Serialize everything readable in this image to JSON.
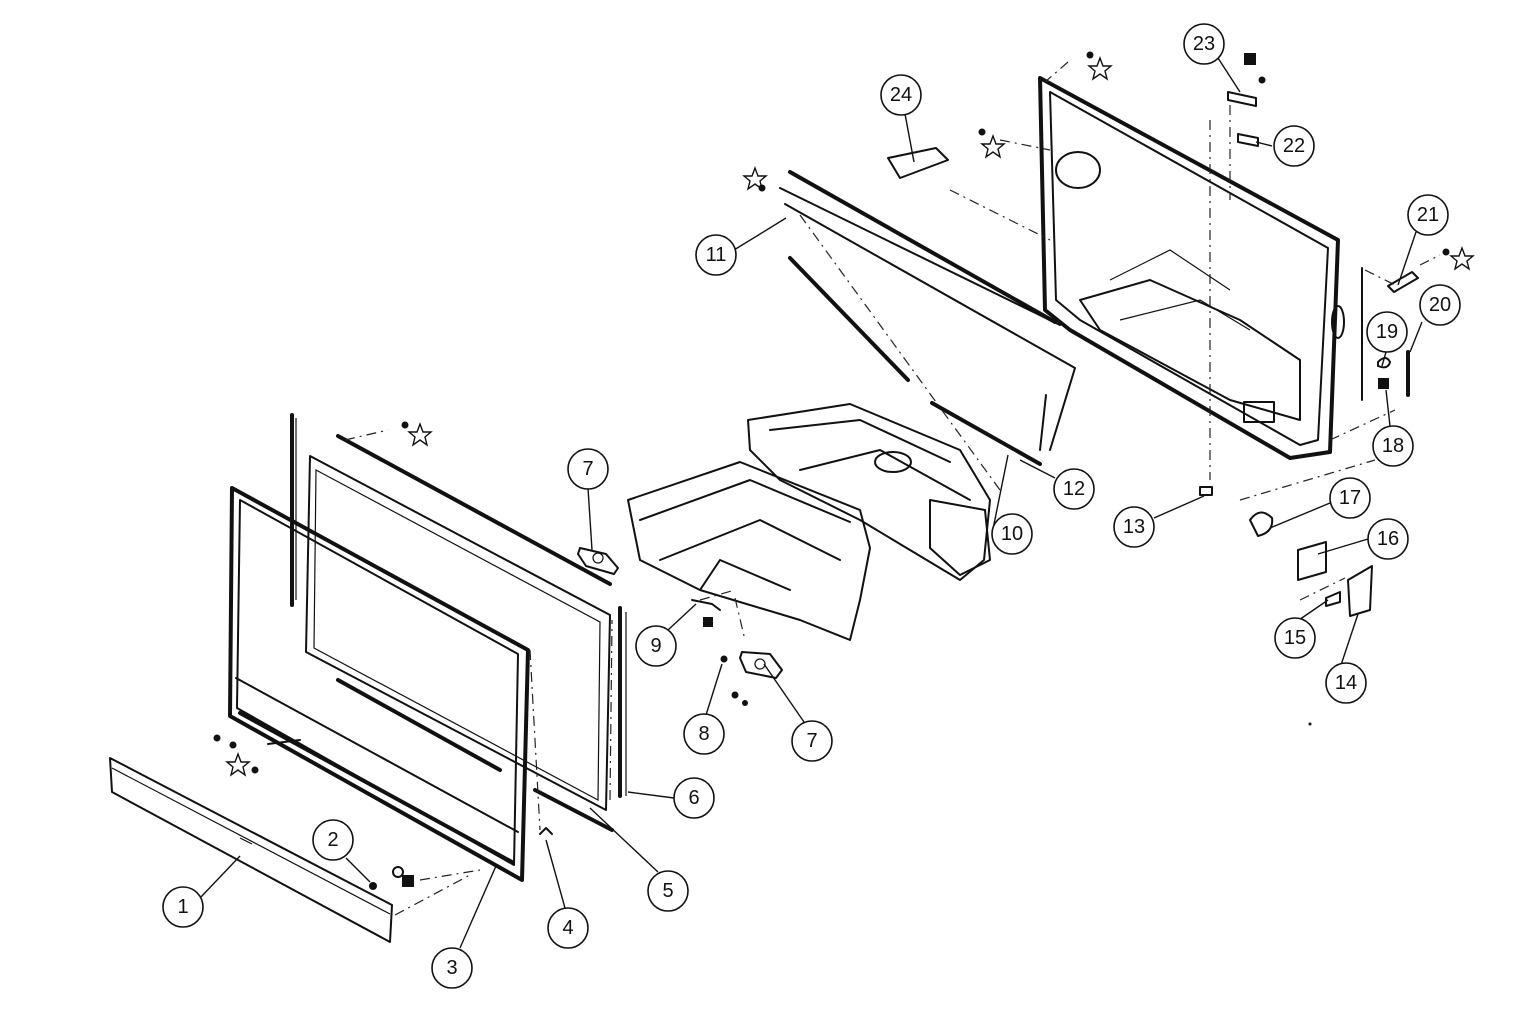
{
  "callouts": [
    {
      "label": "1"
    },
    {
      "label": "2"
    },
    {
      "label": "3"
    },
    {
      "label": "4"
    },
    {
      "label": "5"
    },
    {
      "label": "6"
    },
    {
      "label": "7"
    },
    {
      "label": "7"
    },
    {
      "label": "8"
    },
    {
      "label": "9"
    },
    {
      "label": "10"
    },
    {
      "label": "11"
    },
    {
      "label": "12"
    },
    {
      "label": "13"
    },
    {
      "label": "14"
    },
    {
      "label": "15"
    },
    {
      "label": "16"
    },
    {
      "label": "17"
    },
    {
      "label": "18"
    },
    {
      "label": "19"
    },
    {
      "label": "20"
    },
    {
      "label": "21"
    },
    {
      "label": "22"
    },
    {
      "label": "23"
    },
    {
      "label": "24"
    }
  ]
}
